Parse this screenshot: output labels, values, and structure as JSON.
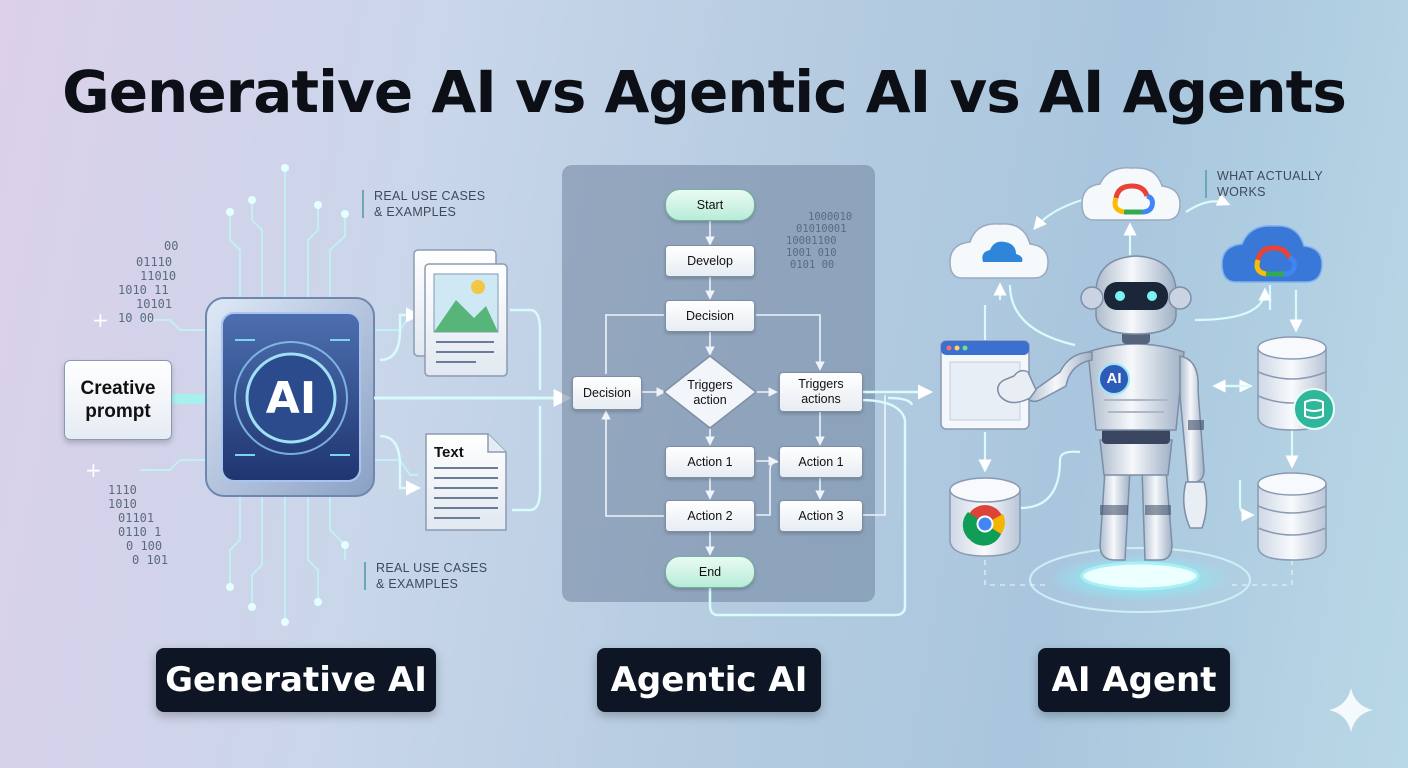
{
  "title": "Generative AI vs Agentic AI vs AI Agents",
  "sections": {
    "generative": {
      "pill": "Generative AI",
      "input": "Creative prompt",
      "core": "AI",
      "output_text": "Text",
      "note_top": [
        "REAL USE CASES",
        "& EXAMPLES"
      ],
      "note_bottom": [
        "REAL USE CASES",
        "& EXAMPLES"
      ],
      "binary_left": [
        "00",
        "01110",
        "11010",
        "1010 11",
        "10101",
        "10 00"
      ],
      "binary_left_bottom": [
        "1110",
        "1010",
        "01101",
        "0110 1",
        "0  100",
        "0 101"
      ]
    },
    "agentic": {
      "pill": "Agentic AI",
      "flow": {
        "start": "Start",
        "develop": "Develop",
        "decision_top": "Decision",
        "decision_left": "Decision",
        "diamond": [
          "Triggers",
          "action"
        ],
        "triggers_actions": [
          "Triggers",
          "actions"
        ],
        "action1_left": "Action 1",
        "action1_right": "Action 1",
        "action2": "Action 2",
        "action3": "Action 3",
        "end": "End"
      },
      "binary": [
        "1000010",
        "01010001",
        "10001100",
        "1001 010",
        "0101 00"
      ]
    },
    "agent": {
      "pill": "AI Agent",
      "robot_badge": "AI",
      "note": [
        "WHAT ACTUALLY",
        "WORKS"
      ]
    }
  },
  "colors": {
    "pill_bg": "#0e1524",
    "glow": "#7fe3e8",
    "panel": "#6f849e"
  },
  "icons": [
    "cloud-icon",
    "google-cloud-icon",
    "chrome-icon",
    "database-icon",
    "browser-window-icon",
    "image-document-icon",
    "text-document-icon",
    "sparkle-icon",
    "robot-icon",
    "ai-chip-icon"
  ]
}
